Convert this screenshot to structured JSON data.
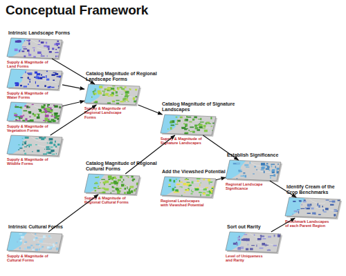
{
  "diagram": {
    "title": "Conceptual Framework",
    "nodes": [
      {
        "text": [
          "Intrinsic Landscape Forms",
          "Supply & Magnitude of Land Forms"
        ]
      },
      {
        "text": [
          "Supply & Magnitude of Water Forms"
        ]
      },
      {
        "text": [
          "Supply & Magnitude of Vegetation Forms"
        ]
      },
      {
        "text": [
          "Supply & Magnitude of Wildlife Forms"
        ]
      },
      {
        "text": [
          "Catalog Magnitude of Regional Landscape Forms",
          "Supply & Magnitude of Regional Landscape Forms"
        ]
      },
      {
        "text": [
          "Intrinsic Cultural Forms",
          "Supply & Magnitude of Cultural Forms"
        ]
      },
      {
        "text": [
          "Catalog Magnitude of Regional Cultural Forms",
          "Supply & Magnitude of Regional Cultural Forms"
        ]
      },
      {
        "text": [
          "Catalog Magnitude of Signature Landscapes",
          "Supply & Magnitude of Signature Landscapes"
        ]
      },
      {
        "text": [
          "Add the Viewshed Potential",
          "Regional Landscapes with Viewshed Potential"
        ]
      },
      {
        "text": [
          "Establish Significance",
          "Regional Landscape Significance"
        ]
      },
      {
        "text": [
          "Identify Cream of the Crop Benchmarks",
          "Benchmark Landscapes of each Parent Region"
        ]
      },
      {
        "text": [
          "Sort out Rarity",
          "Level of Uniqueness and Rarity"
        ]
      }
    ],
    "edges": [
      {
        "from": 0,
        "to": 4,
        "arrow": "to"
      },
      {
        "from": 1,
        "to": 4,
        "arrow": "to"
      },
      {
        "from": 2,
        "to": 4,
        "arrow": "to"
      },
      {
        "from": 3,
        "to": 4,
        "arrow": "to"
      },
      {
        "from": 5,
        "to": 6,
        "arrow": "to"
      },
      {
        "from": 4,
        "to": 7,
        "arrow": "to"
      },
      {
        "from": 6,
        "to": 7,
        "arrow": "to"
      },
      {
        "from": 7,
        "to": 9,
        "arrow": "to"
      },
      {
        "from": 8,
        "to": 9,
        "arrow": "to"
      },
      {
        "from": 9,
        "to": 10,
        "arrow": "to"
      },
      {
        "from": 11,
        "to": 10,
        "arrow": "to"
      }
    ]
  }
}
